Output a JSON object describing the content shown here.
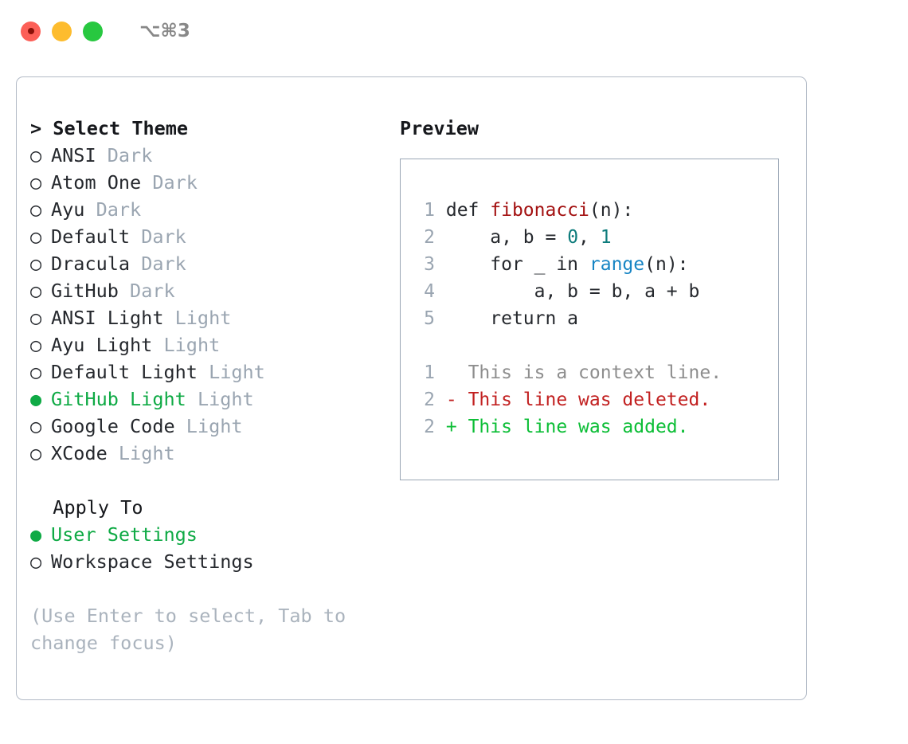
{
  "titlebar": {
    "shortcut": "⌥⌘3",
    "lights": [
      "close",
      "minimize",
      "zoom"
    ]
  },
  "theme_picker": {
    "header_caret": "> ",
    "header": "Select Theme",
    "bullet_off": "○ ",
    "bullet_on": "● ",
    "items": [
      {
        "name": "ANSI",
        "tag": "Dark",
        "selected": false
      },
      {
        "name": "Atom One",
        "tag": "Dark",
        "selected": false
      },
      {
        "name": "Ayu",
        "tag": "Dark",
        "selected": false
      },
      {
        "name": "Default",
        "tag": "Dark",
        "selected": false
      },
      {
        "name": "Dracula",
        "tag": "Dark",
        "selected": false
      },
      {
        "name": "GitHub",
        "tag": "Dark",
        "selected": false
      },
      {
        "name": "ANSI Light",
        "tag": "Light",
        "selected": false
      },
      {
        "name": "Ayu Light",
        "tag": "Light",
        "selected": false
      },
      {
        "name": "Default Light",
        "tag": "Light",
        "selected": false
      },
      {
        "name": "GitHub Light",
        "tag": "Light",
        "selected": true
      },
      {
        "name": "Google Code",
        "tag": "Light",
        "selected": false
      },
      {
        "name": "XCode",
        "tag": "Light",
        "selected": false
      }
    ]
  },
  "apply_to": {
    "label": "  Apply To",
    "options": [
      {
        "name": "User Settings",
        "selected": true
      },
      {
        "name": "Workspace Settings",
        "selected": false
      }
    ]
  },
  "hint": "(Use Enter to select, Tab to change focus)",
  "preview": {
    "title": "Preview",
    "code_lines": [
      {
        "no": "1",
        "segments": [
          {
            "text": "def ",
            "cls": ""
          },
          {
            "text": "fibonacci",
            "cls": "tok-fn"
          },
          {
            "text": "(n):",
            "cls": ""
          }
        ]
      },
      {
        "no": "2",
        "segments": [
          {
            "text": "    a, b = ",
            "cls": ""
          },
          {
            "text": "0",
            "cls": "tok-num"
          },
          {
            "text": ", ",
            "cls": ""
          },
          {
            "text": "1",
            "cls": "tok-num"
          }
        ]
      },
      {
        "no": "3",
        "segments": [
          {
            "text": "    for _ in ",
            "cls": ""
          },
          {
            "text": "range",
            "cls": "tok-call"
          },
          {
            "text": "(n):",
            "cls": ""
          }
        ]
      },
      {
        "no": "4",
        "segments": [
          {
            "text": "        a, b = b, a + b",
            "cls": ""
          }
        ]
      },
      {
        "no": "5",
        "segments": [
          {
            "text": "    return a",
            "cls": ""
          }
        ]
      }
    ],
    "diff_lines": [
      {
        "no": "1",
        "marker": "  ",
        "text": "This is a context line.",
        "cls": "tok-ctx"
      },
      {
        "no": "2",
        "marker": "- ",
        "text": "This line was deleted.",
        "cls": "tok-del"
      },
      {
        "no": "2",
        "marker": "+ ",
        "text": "This line was added.",
        "cls": "tok-add"
      }
    ]
  },
  "colors": {
    "accent_green": "#0faa45",
    "muted_gray": "#9aa5b1",
    "hint_gray": "#aab3bd",
    "panel_border": "#b2bac6",
    "preview_border": "#9aa6b5",
    "fn_red": "#a31111",
    "num_teal": "#0e7c7c",
    "call_blue": "#1785c4",
    "diff_delete": "#c22121",
    "diff_add": "#0cbe36",
    "text": "#25282d"
  }
}
